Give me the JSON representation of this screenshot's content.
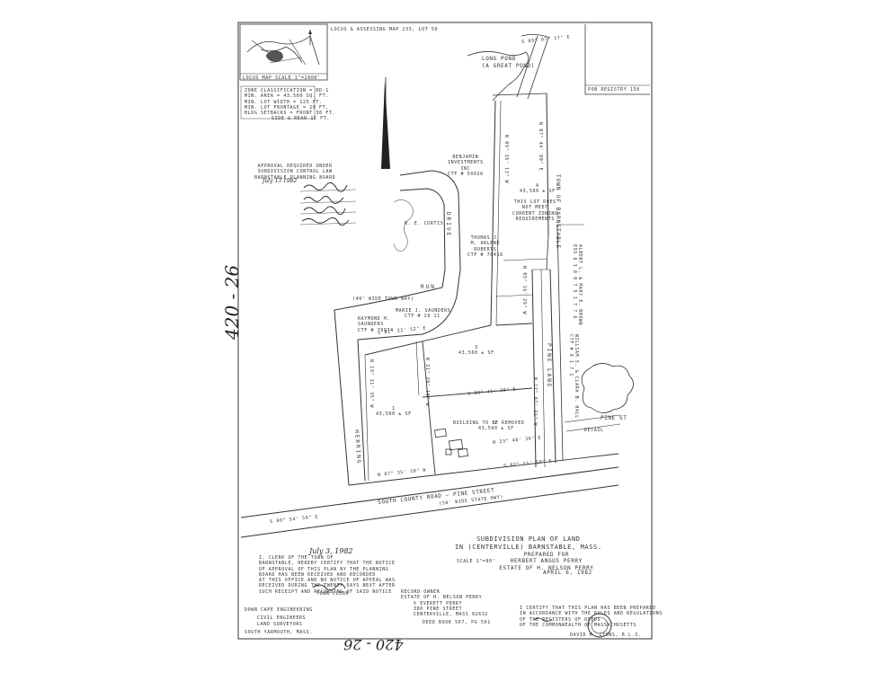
{
  "document": {
    "top_header": "LOCUS & ASSESSING MAP 233, LOT 50",
    "locus_map_caption": "LOCUS MAP  SCALE 1\"=2000'",
    "zone_classification": {
      "title": "ZONE CLASSIFICATION = RD-1",
      "lines": [
        "MIN. AREA = 43,560 SQ. FT.",
        "MIN. LOT WIDTH = 125 FT.",
        "MIN. LOT FRONTAGE = 20 FT.",
        "BLDG SETBACKS = FRONT 30 FT.",
        "SIDE & REAR 15 FT."
      ]
    },
    "approval": {
      "lines": [
        "APPROVAL REQUIRED UNDER",
        "SUBDIVISION CONTROL LAW",
        "BARNSTABLE PLANNING BOARD"
      ],
      "signed_date": "July 13 1982"
    },
    "book_page_left": "420 - 26",
    "book_page_bottom": "420 - 26",
    "lots": [
      {
        "number": "1",
        "area": "43,560 ± SF"
      },
      {
        "number": "2",
        "area": "43,560 ± SF"
      },
      {
        "number": "3",
        "area": "43,560 ± SF"
      },
      {
        "number": "4",
        "area": "43,560 ± SF"
      }
    ],
    "owners": {
      "benjamin": [
        "BENJAMIN",
        "INVESTMENTS",
        "INC",
        "CTF # 50026"
      ],
      "thomas": [
        "THOMAS J.",
        "M. ARLENE",
        "ROBERTS",
        "CTF # 78416"
      ],
      "marie": [
        "MARIE J. SAUNDERS",
        "CTF # 29 11"
      ],
      "raymond": [
        "RAYMOND H.",
        "SAUNDERS",
        "CTF # 78974"
      ],
      "albert": [
        "ALBERT L. & MARY E. BROWN",
        "ESS 6 3 8 0 7 5 1 7 7 6"
      ],
      "william": [
        "WILLIAM S. & CLARA B. HALL",
        "CTF # 9 1 7 1"
      ],
      "re": [
        "R. E. CURTIS"
      ]
    },
    "roads": {
      "herring_run": "HERRING",
      "run": "RUN",
      "drive": "DRIVE",
      "south_county_road": "SOUTH COUNTY ROAD",
      "pine_street": "PINE STREET",
      "forty_wide": "(40' WIDE TOWN WAY)",
      "fifty_wide": "(50' WIDE STATE HWY)",
      "pine_lane": "PINE LANE",
      "town_line": "TOWN OF BARNSTABLE",
      "long_pond": "LONG POND",
      "great_pond": "(A GREAT POND)",
      "pine_st_short": "PINE ST",
      "detail": "DETAIL",
      "pob_registry": "POB REGISTRY 150"
    },
    "lot4_note": [
      "THIS LOT DOES",
      "NOT MEET",
      "CURRENT ZONING",
      "REQUIREMENTS"
    ],
    "building_note": "BUILDING TO BE REMOVED",
    "title_block": {
      "lines": [
        "SUBDIVISION PLAN OF LAND",
        "IN (CENTERVILLE) BARNSTABLE, MASS.",
        "PREPARED FOR",
        "HERBERT ANGUS PERRY",
        "ESTATE OF H. NELSON PERRY"
      ],
      "scale": "SCALE 1\"=80'",
      "date": "APRIL 6, 1982"
    },
    "clerk_note": {
      "date_line": "July 3, 1982",
      "lines": [
        "I, CLERK OF THE TOWN OF",
        "BARNSTABLE, HEREBY CERTIFY THAT THE NOTICE",
        "OF APPROVAL OF THIS PLAN BY THE PLANNING",
        "BOARD HAS BEEN RECEIVED AND RECORDED",
        "AT THIS OFFICE AND NO NOTICE OF APPEAL WAS",
        "RECEIVED DURING THE TWENTY DAYS NEXT AFTER",
        "SUCH RECEIPT AND RECORDING OF SAID NOTICE"
      ],
      "title": "TOWN CLERK"
    },
    "engineering": [
      "DOWN CAPE ENGINEERING",
      "CIVIL ENGINEERS",
      "LAND SURVEYORS",
      "SOUTH YARMOUTH, MASS."
    ],
    "record_owner": [
      "RECORD OWNER",
      "ESTATE OF H. NELSON PERRY",
      "% EVERETT PERRY",
      "380 PINE STREET",
      "CENTERVILLE, MASS 02632",
      "DEED BOOK 567, PG 561"
    ],
    "certification": [
      "I CERTIFY THAT THIS PLAN HAS BEEN PREPARED",
      "IN ACCORDANCE WITH THE RULES AND REGULATIONS",
      "OF THE REGISTERS OF DEEDS",
      "OF THE COMMONWEALTH OF MASSACHUSETTS"
    ],
    "surveyor": "DAVID H. LYONS, R.L.S.",
    "bearings": {
      "b1": "N 23° 48' 36\" E",
      "b2": "S 81° 22' 52\" E",
      "b3": "S 80° 54' 50\" E",
      "b4": "N 19° 31' 35\" W",
      "b5": "S 88° 41' 20\" E",
      "b6": "N 87° 35' 10\" W",
      "b7": "S 82° 51' 50\" E",
      "b8": "N 09° 35' 13\" W",
      "b9": "N 21° 20' 10\" W",
      "b10": "N 05° 16' 29\" W",
      "b11": "S 89° 07' 17\" E",
      "b12": "N 12° 07' 21\" W",
      "b13": "N 07° 44' 00\" E"
    }
  }
}
